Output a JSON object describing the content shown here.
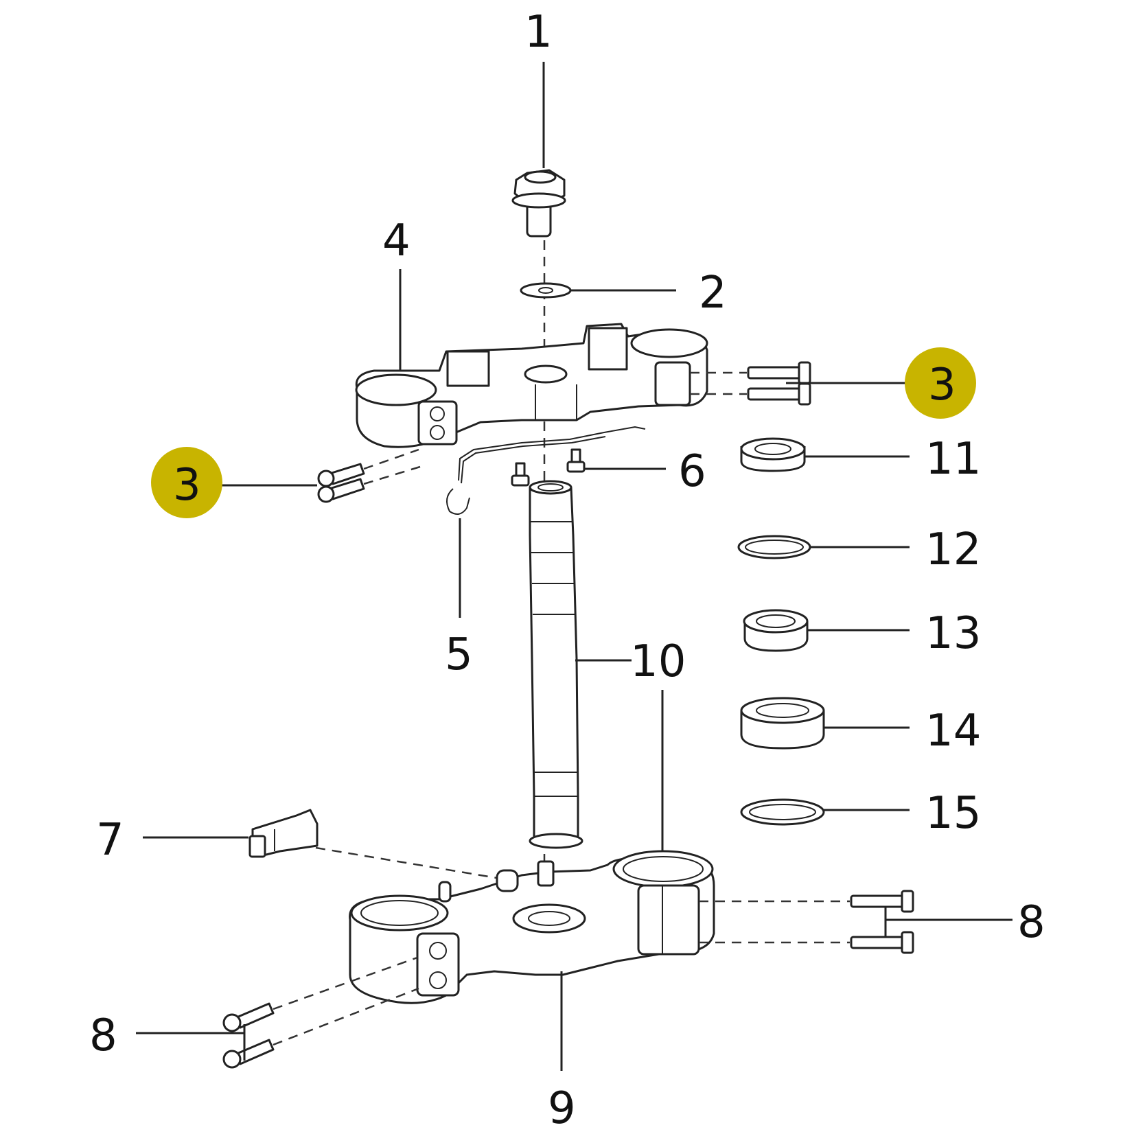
{
  "highlight_color": "#c8b400",
  "callouts": {
    "c1": "1",
    "c2": "2",
    "c3_right": "3",
    "c3_left": "3",
    "c4": "4",
    "c5": "5",
    "c6": "6",
    "c7": "7",
    "c8_right": "8",
    "c8_left": "8",
    "c9": "9",
    "c10": "10",
    "c11": "11",
    "c12": "12",
    "c13": "13",
    "c14": "14",
    "c15": "15"
  }
}
